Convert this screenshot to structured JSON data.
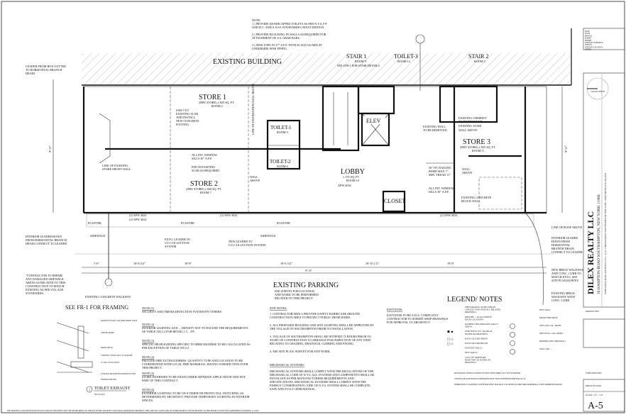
{
  "top_notes": {
    "heading": "NOTE:",
    "lines": [
      "1.) PROVIDE HANDICAPPED TOILETS AS PER N.Y.S. F.P.",
      "AND B.C. AND A.N.S.I STANDARDS LATEST EDITION.",
      "2.) PROVIDE BLOCKING IN WALLS AS REQUIRED FOR",
      "ATTACHMENT OF S.S. GRAB BARS.",
      "3.) SINK TOPS AT 27\" A.F.F. WITH SCALD GUARD AT",
      "UNDERSIDE SINK PIPING."
    ]
  },
  "rooms": {
    "existing_building": "EXISTING BUILDING",
    "stair1": {
      "name": "STAIR 1",
      "sub": "ROOM 9",
      "note": "SEE STR-1 FOR STAIR DETAILS"
    },
    "toilet3": {
      "name": "TOILET-3",
      "sub": "ROOM 12"
    },
    "stair2": {
      "name": "STAIR 2",
      "sub": "ROOM 5"
    },
    "store1": {
      "name": "STORE 1",
      "sub": "(DRY STORE) ± 825 SQ. FT.",
      "room": "ROOM 2"
    },
    "store2": {
      "name": "STORE 2",
      "sub": "(DRY STORE) ± 820 SQ. FT.",
      "room": "ROOM 7"
    },
    "store3": {
      "name": "STORE 3",
      "sub": "(DRY STORE) ± 825 SQ. FT.",
      "room": "ROOM 11"
    },
    "toilet1": {
      "name": "TOILET-1",
      "sub": "ROOM 3"
    },
    "toilet2": {
      "name": "TOILET-2",
      "sub": "ROOM 6"
    },
    "elev": {
      "name": "ELEV"
    },
    "lobby": {
      "name": "LOBBY",
      "sub": "± 155 SQ. FT.",
      "room": "ROOM 10"
    },
    "closet": {
      "name": "CLOSET"
    }
  },
  "plan_notes": {
    "leader_gutter": [
      "LEADER FROM BOX GUTTER",
      "TO HORIZONTAL BRANCH",
      "DRAIN"
    ],
    "saw_cut": [
      "SAW CUT",
      "EXISTING SLAB",
      "AND INSTALL",
      "NEW CONCRETE",
      "FOOTING"
    ],
    "foundation": "LINE OF FOUNDATION WALL BELOW",
    "storefront": [
      "LINE OF EXISTING",
      "STORE FRONT WALL"
    ],
    "sills1": [
      "ALL INT. WINDOW",
      "SILLS 30\" A.F.F."
    ],
    "patch": [
      "PATCH EXISTING",
      "SLAB AS REQUIRED"
    ],
    "wall_above1": [
      "WALL",
      "ABOVE"
    ],
    "existing_wall_remove": [
      "EXISTING WALL",
      "TO BE REMOVED"
    ],
    "chimney": [
      "EXISTING CHIMNEY",
      "TO BE REMOVED",
      "EXISTING STAIR",
      "WALL ABOVE"
    ],
    "railing": [
      "36\" HT. RAILING",
      "RISER MAX 7\"",
      "MIN. TREAD 11\""
    ],
    "sills2": [
      "ALL INT. WINDOW",
      "SILLS 30\" A.F.F."
    ],
    "wall_above2": [
      "WALL",
      "ABOVE"
    ],
    "concrete_block": [
      "EXISTING CONCRETE",
      "BLOCK WALL"
    ],
    "apw1": "(2) APW 4024",
    "apw2": "APW 4054",
    "planter": "PLANTER",
    "sidewalk": "SIDEWALK",
    "interior_leader": [
      "INTERIOR LEADER DOWN",
      "FROM HORIZONTAL BRANCH",
      "DRAIN CONNECT TO LEADER"
    ],
    "ug_leader": [
      "EXTG. LEADER TO",
      "U/G COLLECTION",
      "SYSTEM"
    ],
    "new_leader": [
      "NEW LEADER TO",
      "U/G COLLECTION SYSTEM"
    ],
    "contractor": [
      "\"CONTRACTOR TO REPAIR",
      "ANY DAMAGED SIDEWALK",
      "AREAS AS RELATED TO THIS",
      "CONSTRUCTION TO MATCH",
      "EXISTING AS PER VILLAGE",
      "STANDARDS."
    ],
    "walkway": "EXISTING CONCRETE WALKWAY",
    "dim_total": "9'-11\"",
    "dim_right": "9'-11\"",
    "dims": [
      "1'-6\"",
      "19'-8 3/4\"",
      "18'-8\"",
      "19'-6 3/4\"",
      "19'-10 1/2\"",
      "19'-0\""
    ]
  },
  "right_notes": {
    "roof": "LINE OF ROOF ABOVE",
    "interior_leader": [
      "INTERIOR LEADER",
      "DOWN FROM",
      "HORIZONTAL",
      "BRANCH DRAIN",
      "CONNECT TO LEADER"
    ],
    "brick_walkway": [
      "NEW BRICK WALKWAY",
      "AND CONC. CURB TO",
      "MATCH EXTG. SEE",
      "SITE PLAN/SURVEY"
    ],
    "existing_brick": [
      "EXISTING BRICK",
      "WALKWAY WITH",
      "CONC. CURB"
    ]
  },
  "parking": {
    "title": "EXISTING PARKING",
    "lines": [
      "SEE SURVEY FOR LOCATION",
      "AND WORK TO BE PERFORMED",
      "RELATED TO THIS PROJECT"
    ]
  },
  "framing": "SEE FR-1 FOR FRAMING",
  "detail": {
    "number": "1",
    "title": "TOILET EXHAUST",
    "scale": "NO SCALE",
    "callouts": [
      "GRAVITY EXH. CAP AND ROOF JACK",
      "TOP OF ROOF",
      "ROOF DECK",
      "CONNECT FLEX DUCT TO ROOF",
      "4\" DIA. FLEX DUCT",
      "CEILING MOUNTED EXHAUST FAN",
      "FINISH CEILING"
    ]
  },
  "general_notes": [
    {
      "h": "NOTE (1)",
      "t": [
        "SECURITY AND SMOKE DETECTION SYSTEM BY OTHERS"
      ]
    },
    {
      "h": "NOTE (2)",
      "t": [
        "INTERIOR LIGHTING AND ... DENSITY NOT TO EXCEED THE REQUIREMENTS",
        "OF TABLE 505.2.2 FOR RETAIL 1.5 .../FT"
      ]
    },
    {
      "h": "NOTE (3)",
      "t": [
        "SPECIAL HIGHLIGHTING SPECIFIC TO MERCHANDISE TO BE CALCULATED AS",
        "PER EXCEPTION OF TABLE 505.5.2"
      ]
    },
    {
      "h": "NOTE (4)",
      "t": [
        "PROVIDE FIRE EXTINGUISHERS. QUANTITY TYPE AND LOCATION TO BE",
        "COORDINATED WITH LOCAL FIRE MARSHALL HAVING JURISDICTION OVER",
        "THIS PROJECT."
      ]
    },
    {
      "h": "NOTE (5)",
      "t": [
        "STORE INTERIORS TO BE FILED UNDER SEPARATE APPLICATION AND NOT",
        "PART OF THIS CONTRACT."
      ]
    },
    {
      "h": "NOTE (6)",
      "t": [
        "EXTERIOR LIGHTING TO BE ON A TIMER OR PHOTO CELL SWITCHING AS",
        "DETERMINED BY ARCHITECT. PROVIDE TEMPORARY LIGHTING IN INTERIOR",
        "SPACES."
      ]
    }
  ],
  "site_notes": {
    "title": "SITE NOTES:",
    "items": [
      [
        "1. CONTRACTOR SHALL PROVIDE SAFETY BARRICADE AROUND",
        "CONSTRUCTION AREA TO PROTECT PUBLIC FROM HARM."
      ],
      [
        "2. ALL PROPOSED BUILDING AND SITE LIGHTING SHALL BE APPROVED BY",
        "THE VILLAGE OF SOUTHAMPTON PRIOR TO INSTALLATION."
      ],
      [
        "3. VILLAGE OF SOUTHAMPTON SHALL BE NOTIFIED 72 HOURS PRIOR TO",
        "START OF CONSTRUCTION TO ARRANGE FOR INSPECTION OF ANY ITEM",
        "RELATING TO GRADING, DRAINAGE, CURBING AND PAVING."
      ],
      [
        "4. SEE SITE PLAN/ SURVEY FOR SITE WORK."
      ]
    ],
    "mech_title": "MECHANICAL SYSTEMS:",
    "mech": [
      "MECHANICAL SYSTEMS SHALL COMPLY WITH THE REGULATIONS OF THE",
      "MECHANICAL CODE OF N.Y.S. ALL SYSTEMS AND COMPONENTS SHALL BE",
      "INSTALLED AS PER MANUFACTURERS REQUIREMENTS AND",
      "SPECIFICATIONS. MECHANICAL SYSTEMS SHALL COMPLY WITH THE",
      "ENERGY CONSERVATION CODE OF N.Y.S. SYSTEM SHALL BE COMPLETE,",
      "SAFE AND FULLY OPERATIONAL."
    ]
  },
  "elevator": {
    "title": "ELEVATOR:",
    "lines": [
      "ELEVATOR TO BE A.D.A. COMPLIANT",
      "CONTRACTOR TO SUBMIT SHOP DRAWINGS",
      "FOR APPROVAL TO ARCHITECT."
    ]
  },
  "legend": {
    "title": "LEGEND/ NOTES",
    "left": [
      "THIS DRAWING TO BE USED IN CONJUNCTION WITH ALL RELATED DRAWINGS",
      "PROVIDE ... AT ALL POINTS DOOR LOCATIONS",
      "DASHED LINE INDICATES WALLS ABOVE",
      "6 PIN POSTS (3/S, 4/S) OR AS NOTED ON DRAWINGS",
      "POST/COLUMN ABOVE",
      "POST/COLUMN BELOW",
      "EXISTING WALLS",
      "NEW WALLS",
      "1 PLY 5/8\" MOISTURE RESISTANT AS NOTED ON DRAWINGS"
    ],
    "right": [
      "RECESSED CEILING EXHAUST FAN VENT DIRECTLY TO EXTERIOR",
      "CEILING MOUNTED ILLUMINATED EXIT SIGN WITH BATTERY BACK UP",
      "EMERGENCY LIGHTING WITH BATTERY BACKUP. LOCATED AS PER FIRE MARSHALL'S RECOMMENDATIONS"
    ],
    "far": [
      "NEW WALL",
      "FRONT FIRE HOSE",
      "SITE GYP. COL. PANEL",
      "SITE EXTG. COL. PANEL",
      "DIMMER (SEE SIDEWALK)",
      "WALL APT ..."
    ]
  },
  "title_block": {
    "revisions": [
      "DATE",
      "ISSUE",
      "PRELIM.",
      "BOARD",
      "PERMIT",
      "WINDOW SCHEDULE",
      "SURVEY",
      "WINDOW LOCATION",
      "OFFERS"
    ],
    "callout_north": "CALLED NORTH",
    "company": "DILEX REALTY LLC",
    "address": "16 HAMPTON ROAD SOUTHAMPTON, NEW YORK 11968",
    "architect": "JOHN DAVID ROSE, ARCHITECT, P.C., A.I.A. 3 MAIN STREET SOUTHAMPTON, NEW YORK 11968 PHONE (631) 283-2033",
    "drawn_by": "DRAWN BY:",
    "checked_by": "CHECKED BY:",
    "sheet_title": "FIRST FLOOR",
    "scale": "SCALE: 1/4\" = 1'-0\"",
    "sheet_number": "A-5"
  },
  "footer": "THE DRAWINGS AND SPECIFICATIONS INCLUDED IN THIS SHEET ARE THE INSTRUMENTS OF SERVICE OF THE ARCHITECT AND SHALL REMAIN HIS PROPERTY. THEY ARE NOT TO BE USED ON OTHER PROJECTS OR EXTENSIONS TO THIS PROJECT EXCEPT BY AGREEMENT IN WRITING. (C) 2010"
}
